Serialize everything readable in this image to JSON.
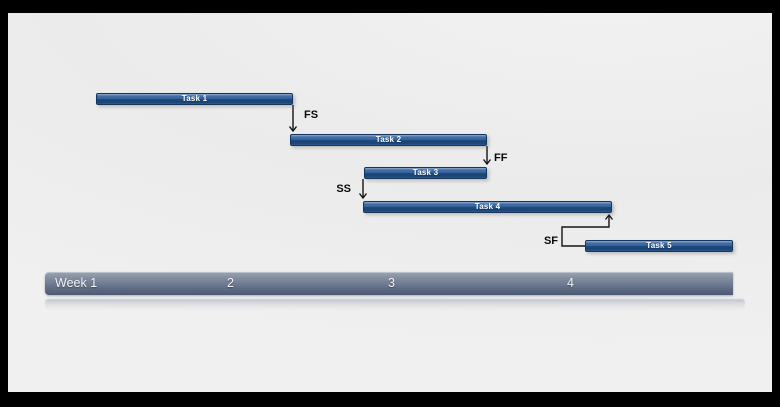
{
  "chart_data": {
    "type": "gantt",
    "title": "",
    "x_axis": {
      "unit": "weeks",
      "ticks": [
        "Week 1",
        "2",
        "3",
        "4"
      ],
      "range_weeks": [
        1,
        5
      ]
    },
    "tasks": [
      {
        "name": "Task 1",
        "row": 1,
        "start_week": 1.3,
        "end_week": 2.4
      },
      {
        "name": "Task 2",
        "row": 2,
        "start_week": 2.4,
        "end_week": 3.6
      },
      {
        "name": "Task 3",
        "row": 3,
        "start_week": 2.9,
        "end_week": 3.6
      },
      {
        "name": "Task 4",
        "row": 4,
        "start_week": 2.9,
        "end_week": 4.3
      },
      {
        "name": "Task 5",
        "row": 5,
        "start_week": 4.1,
        "end_week": 5.0
      }
    ],
    "dependencies": [
      {
        "from": "Task 1",
        "to": "Task 2",
        "type": "FS"
      },
      {
        "from": "Task 2",
        "to": "Task 3",
        "type": "FF"
      },
      {
        "from": "Task 3",
        "to": "Task 4",
        "type": "SS"
      },
      {
        "from": "Task 5",
        "to": "Task 4",
        "type": "SF"
      }
    ],
    "legend": null,
    "grid": false,
    "colors": {
      "task_bar_fill": "#2c5c94",
      "task_bar_border": "#14365e",
      "task_bar_text": "#ffffff",
      "axis_bar_fill": "#5f6b84",
      "axis_bar_text": "#f2f4f8",
      "connector": "#141414",
      "dependency_label_text": "#0a0a0a",
      "canvas_background": "#ececec",
      "frame_background": "#000000"
    }
  }
}
